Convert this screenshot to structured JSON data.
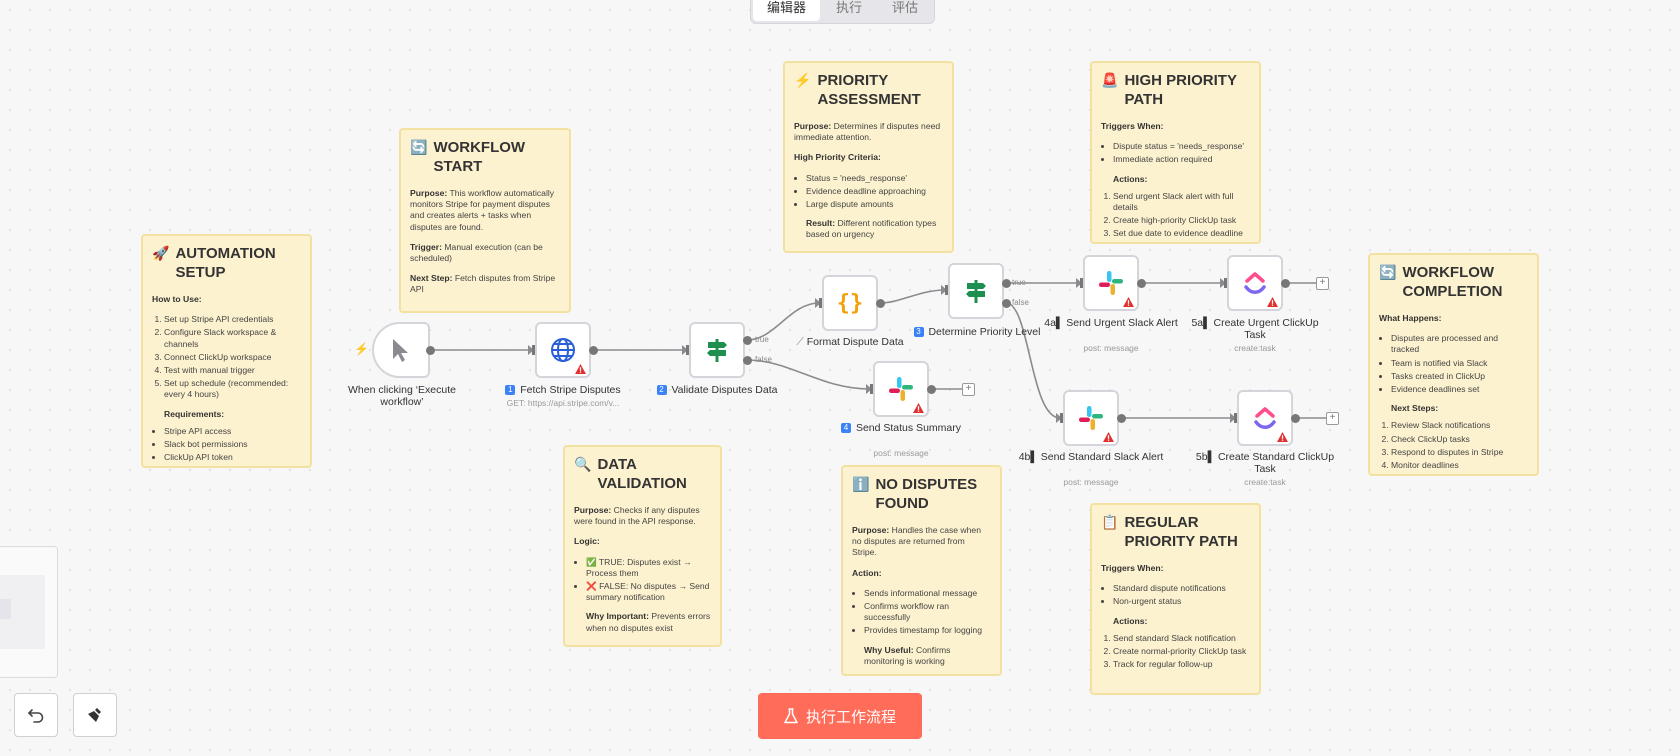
{
  "tabs": [
    {
      "label": "编辑器",
      "active": true
    },
    {
      "label": "执行",
      "active": false
    },
    {
      "label": "评估",
      "active": false
    }
  ],
  "stickies": {
    "automation": {
      "emoji": "🚀",
      "title": "AUTOMATION SETUP",
      "how_label": "How to Use:",
      "steps": [
        "Set up Stripe API credentials",
        "Configure Slack workspace & channels",
        "Connect ClickUp workspace",
        "Test with manual trigger",
        "Set up schedule (recommended: every 4 hours)"
      ],
      "req_label": "Requirements:",
      "requirements": [
        "Stripe API access",
        "Slack bot permissions",
        "ClickUp API token"
      ]
    },
    "start": {
      "emoji": "🔄",
      "title": "WORKFLOW START",
      "purpose_label": "Purpose:",
      "purpose": "This workflow automatically monitors Stripe for payment disputes and creates alerts + tasks when disputes are found.",
      "trigger_label": "Trigger:",
      "trigger": "Manual execution (can be scheduled)",
      "next_label": "Next Step:",
      "next": "Fetch disputes from Stripe API"
    },
    "priority": {
      "emoji": "⚡",
      "title": "PRIORITY ASSESSMENT",
      "purpose_label": "Purpose:",
      "purpose": "Determines if disputes need immediate attention.",
      "criteria_label": "High Priority Criteria:",
      "criteria": [
        "Status = 'needs_response'",
        "Evidence deadline approaching",
        "Large dispute amounts"
      ],
      "result_label": "Result:",
      "result": "Different notification types based on urgency"
    },
    "high": {
      "emoji": "🚨",
      "title": "HIGH PRIORITY PATH",
      "triggers_label": "Triggers When:",
      "triggers": [
        "Dispute status = 'needs_response'",
        "Immediate action required"
      ],
      "actions_label": "Actions:",
      "actions": [
        "Send urgent Slack alert with full details",
        "Create high-priority ClickUp task",
        "Set due date to evidence deadline"
      ]
    },
    "completion": {
      "emoji": "🔄",
      "title": "WORKFLOW COMPLETION",
      "what_label": "What Happens:",
      "what": [
        "Disputes are processed and tracked",
        "Team is notified via Slack",
        "Tasks created in ClickUp",
        "Evidence deadlines set"
      ],
      "next_label": "Next Steps:",
      "next": [
        "Review Slack notifications",
        "Check ClickUp tasks",
        "Respond to disputes in Stripe",
        "Monitor deadlines"
      ]
    },
    "validation": {
      "emoji": "🔍",
      "title": "DATA VALIDATION",
      "purpose_label": "Purpose:",
      "purpose": "Checks if any disputes were found in the API response.",
      "logic_label": "Logic:",
      "logic": [
        "✅ TRUE: Disputes exist → Process them",
        "❌ FALSE: No disputes → Send summary notification"
      ],
      "why_label": "Why Important:",
      "why": "Prevents errors when no disputes exist"
    },
    "nodisputes": {
      "emoji": "ℹ️",
      "title": "NO DISPUTES FOUND",
      "purpose_label": "Purpose:",
      "purpose": "Handles the case when no disputes are returned from Stripe.",
      "action_label": "Action:",
      "actions": [
        "Sends informational message",
        "Confirms workflow ran successfully",
        "Provides timestamp for logging"
      ],
      "why_label": "Why Useful:",
      "why": "Confirms monitoring is working"
    },
    "regular": {
      "emoji": "📋",
      "title": "REGULAR PRIORITY PATH",
      "triggers_label": "Triggers When:",
      "triggers": [
        "Standard dispute notifications",
        "Non-urgent status"
      ],
      "actions_label": "Actions:",
      "actions": [
        "Send standard Slack notification",
        "Create normal-priority ClickUp task",
        "Track for regular follow-up"
      ]
    }
  },
  "nodes": {
    "trigger": {
      "label": "When clicking ‘Execute workflow’"
    },
    "fetch": {
      "num": "1",
      "label": "Fetch Stripe Disputes",
      "sub": "GET: https://api.stripe.com/v..."
    },
    "validate": {
      "num": "2",
      "label": "Validate Disputes Data"
    },
    "format": {
      "label": "Format Dispute Data"
    },
    "priority": {
      "num": "3",
      "label": "Determine Priority Level"
    },
    "summary": {
      "num": "4",
      "label": "Send Status Summary",
      "sub": "post: message"
    },
    "urgentSlack": {
      "prefix": "4a",
      "label": "Send Urgent Slack Alert",
      "sub": "post: message"
    },
    "urgentTask": {
      "prefix": "5a",
      "label": "Create Urgent ClickUp Task",
      "sub": "create:task"
    },
    "stdSlack": {
      "prefix": "4b",
      "label": "Send Standard Slack Alert",
      "sub": "post: message"
    },
    "stdTask": {
      "prefix": "5b",
      "label": "Create Standard ClickUp Task",
      "sub": "create:task"
    }
  },
  "edge_labels": {
    "true": "true",
    "false": "false"
  },
  "execute_button": {
    "label": "执行工作流程"
  },
  "colors": {
    "accent": "#ff6d5a",
    "sticky_bg": "#fdf2cf",
    "warning": "#e03131"
  }
}
